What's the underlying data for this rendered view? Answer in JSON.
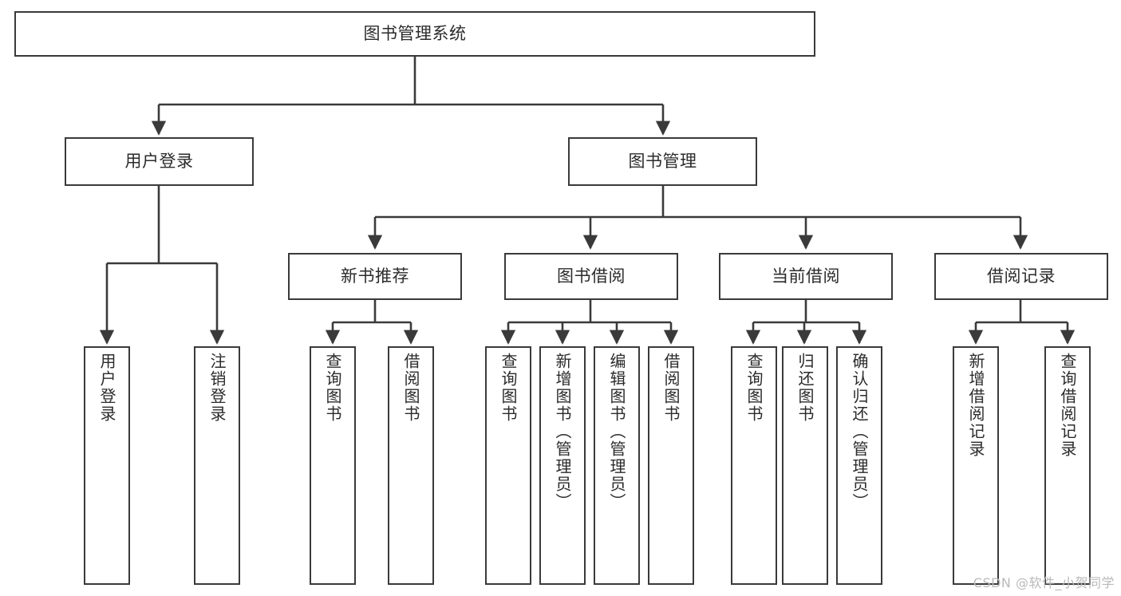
{
  "diagram": {
    "title": "图书管理系统",
    "type": "hierarchy-tree",
    "watermark": "CSDN @软件_小贺同学",
    "colors": {
      "background": "#ffffff",
      "box_border": "#3a3a3a",
      "box_fill": "#ffffff",
      "text": "#2b2b2b",
      "edge": "#3a3a3a",
      "watermark": "#b9b9b9"
    },
    "nodes": {
      "root": {
        "label": "图书管理系统",
        "level": 0
      },
      "user_login": {
        "label": "用户登录",
        "level": 1
      },
      "book_manage": {
        "label": "图书管理",
        "level": 1
      },
      "new_book_rec": {
        "label": "新书推荐",
        "level": 2
      },
      "book_borrow": {
        "label": "图书借阅",
        "level": 2
      },
      "current_borrow": {
        "label": "当前借阅",
        "level": 2
      },
      "borrow_record": {
        "label": "借阅记录",
        "level": 2
      },
      "leaf_user_login": {
        "label": "用户登录",
        "level": 3
      },
      "leaf_logout": {
        "label": "注销登录",
        "level": 3
      },
      "leaf_query_book_1": {
        "label": "查询图书",
        "level": 3
      },
      "leaf_borrow_book_1": {
        "label": "借阅图书",
        "level": 3
      },
      "leaf_query_book_2": {
        "label": "查询图书",
        "level": 3
      },
      "leaf_add_book": {
        "label": "新增图书（管理员）",
        "level": 3
      },
      "leaf_edit_book": {
        "label": "编辑图书（管理员）",
        "level": 3
      },
      "leaf_borrow_book_2": {
        "label": "借阅图书",
        "level": 3
      },
      "leaf_query_book_3": {
        "label": "查询图书",
        "level": 3
      },
      "leaf_return_book": {
        "label": "归还图书",
        "level": 3
      },
      "leaf_confirm_return": {
        "label": "确认归还（管理员）",
        "level": 3
      },
      "leaf_add_record": {
        "label": "新增借阅记录",
        "level": 3
      },
      "leaf_query_record": {
        "label": "查询借阅记录",
        "level": 3
      }
    },
    "edges": [
      {
        "from": "root",
        "to": "user_login"
      },
      {
        "from": "root",
        "to": "book_manage"
      },
      {
        "from": "user_login",
        "to": "leaf_user_login"
      },
      {
        "from": "user_login",
        "to": "leaf_logout"
      },
      {
        "from": "book_manage",
        "to": "new_book_rec"
      },
      {
        "from": "book_manage",
        "to": "book_borrow"
      },
      {
        "from": "book_manage",
        "to": "current_borrow"
      },
      {
        "from": "book_manage",
        "to": "borrow_record"
      },
      {
        "from": "new_book_rec",
        "to": "leaf_query_book_1"
      },
      {
        "from": "new_book_rec",
        "to": "leaf_borrow_book_1"
      },
      {
        "from": "book_borrow",
        "to": "leaf_query_book_2"
      },
      {
        "from": "book_borrow",
        "to": "leaf_add_book"
      },
      {
        "from": "book_borrow",
        "to": "leaf_edit_book"
      },
      {
        "from": "book_borrow",
        "to": "leaf_borrow_book_2"
      },
      {
        "from": "current_borrow",
        "to": "leaf_query_book_3"
      },
      {
        "from": "current_borrow",
        "to": "leaf_return_book"
      },
      {
        "from": "current_borrow",
        "to": "leaf_confirm_return"
      },
      {
        "from": "borrow_record",
        "to": "leaf_add_record"
      },
      {
        "from": "borrow_record",
        "to": "leaf_query_record"
      }
    ]
  }
}
